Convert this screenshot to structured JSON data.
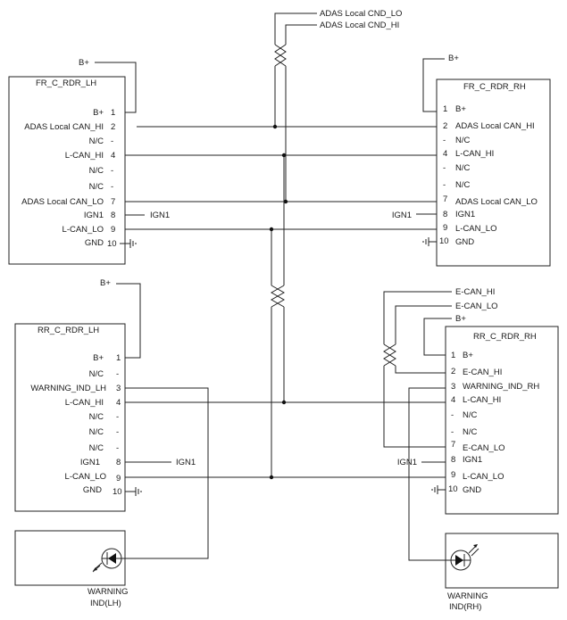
{
  "top_bus": {
    "lo_label": "ADAS Local CND_LO",
    "hi_label": "ADAS Local CND_HI"
  },
  "fr_lh": {
    "title": "FR_C_RDR_LH",
    "bplus": "B+",
    "pins": [
      {
        "num": "1",
        "label": "B+"
      },
      {
        "num": "2",
        "label": "ADAS Local CAN_HI"
      },
      {
        "num": "-",
        "label": "N/C"
      },
      {
        "num": "4",
        "label": "L-CAN_HI"
      },
      {
        "num": "-",
        "label": "N/C"
      },
      {
        "num": "-",
        "label": "N/C"
      },
      {
        "num": "7",
        "label": "ADAS Local CAN_LO"
      },
      {
        "num": "8",
        "label": "IGN1"
      },
      {
        "num": "9",
        "label": "L-CAN_LO"
      },
      {
        "num": "10",
        "label": "GND"
      }
    ],
    "ign": "IGN1"
  },
  "fr_rh": {
    "title": "FR_C_RDR_RH",
    "bplus": "B+",
    "pins": [
      {
        "num": "1",
        "label": "B+"
      },
      {
        "num": "2",
        "label": "ADAS Local CAN_HI"
      },
      {
        "num": "-",
        "label": "N/C"
      },
      {
        "num": "4",
        "label": "L-CAN_HI"
      },
      {
        "num": "-",
        "label": "N/C"
      },
      {
        "num": "-",
        "label": "N/C"
      },
      {
        "num": "7",
        "label": "ADAS Local CAN_LO"
      },
      {
        "num": "8",
        "label": "IGN1"
      },
      {
        "num": "9",
        "label": "L-CAN_LO"
      },
      {
        "num": "10",
        "label": "GND"
      }
    ],
    "ign": "IGN1"
  },
  "rr_lh": {
    "title": "RR_C_RDR_LH",
    "bplus": "B+",
    "pins": [
      {
        "num": "1",
        "label": "B+"
      },
      {
        "num": "-",
        "label": "N/C"
      },
      {
        "num": "3",
        "label": "WARNING_IND_LH"
      },
      {
        "num": "4",
        "label": "L-CAN_HI"
      },
      {
        "num": "-",
        "label": "N/C"
      },
      {
        "num": "-",
        "label": "N/C"
      },
      {
        "num": "-",
        "label": "N/C"
      },
      {
        "num": "8",
        "label": "IGN1"
      },
      {
        "num": "9",
        "label": "L-CAN_LO"
      },
      {
        "num": "10",
        "label": "GND"
      }
    ],
    "ign": "IGN1"
  },
  "rr_rh": {
    "title": "RR_C_RDR_RH",
    "bplus": "B+",
    "ecan_hi": "E-CAN_HI",
    "ecan_lo": "E-CAN_LO",
    "pins": [
      {
        "num": "1",
        "label": "B+"
      },
      {
        "num": "2",
        "label": "E-CAN_HI"
      },
      {
        "num": "3",
        "label": "WARNING_IND_RH"
      },
      {
        "num": "4",
        "label": "L-CAN_HI"
      },
      {
        "num": "-",
        "label": "N/C"
      },
      {
        "num": "-",
        "label": "N/C"
      },
      {
        "num": "7",
        "label": "E-CAN_LO"
      },
      {
        "num": "8",
        "label": "IGN1"
      },
      {
        "num": "9",
        "label": "L-CAN_LO"
      },
      {
        "num": "10",
        "label": "GND"
      }
    ],
    "ign": "IGN1"
  },
  "warn_lh": {
    "line1": "WARNING",
    "line2": "IND(LH)"
  },
  "warn_rh": {
    "line1": "WARNING",
    "line2": "IND(RH)"
  }
}
